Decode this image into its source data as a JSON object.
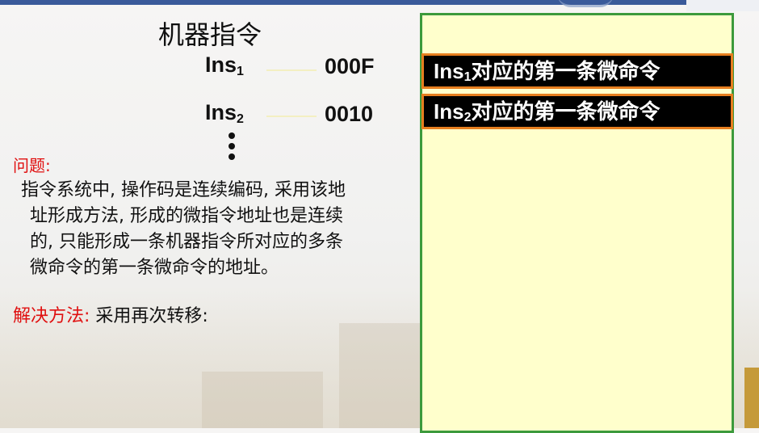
{
  "slide": {
    "title": "机器指令",
    "instructions": [
      {
        "name": "Ins",
        "sub": "1",
        "address": "000F"
      },
      {
        "name": "Ins",
        "sub": "2",
        "address": "0010"
      }
    ],
    "problem_label": "问题:",
    "problem_lines": [
      "指令系统中, 操作码是连续编码, 采用该地",
      "址形成方法, 形成的微指令地址也是连续",
      "的, 只能形成一条机器指令所对应的多条",
      "微命令的第一条微命令的地址。"
    ],
    "solution_label": "解决方法:",
    "solution_text": " 采用再次转移:"
  },
  "panel": {
    "entries": [
      {
        "prefix": "Ins",
        "sub": "1",
        "text": "对应的第一条微命令"
      },
      {
        "prefix": "Ins",
        "sub": "2",
        "text": "对应的第一条微命令"
      }
    ]
  },
  "colors": {
    "accent_red": "#e01010",
    "panel_fill": "#ffffcc",
    "panel_border": "#3c9a3c",
    "entry_border": "#e67e1f"
  }
}
